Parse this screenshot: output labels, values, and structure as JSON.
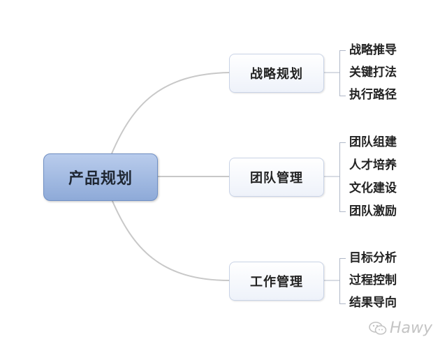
{
  "root": {
    "label": "产品规划"
  },
  "branches": [
    {
      "label": "战略规划",
      "leaves": [
        "战略推导",
        "关键打法",
        "执行路径"
      ]
    },
    {
      "label": "团队管理",
      "leaves": [
        "团队组建",
        "人才培养",
        "文化建设",
        "团队激励"
      ]
    },
    {
      "label": "工作管理",
      "leaves": [
        "目标分析",
        "过程控制",
        "结果导向"
      ]
    }
  ],
  "watermark": {
    "text": "Hawy",
    "icon": "wechat-icon"
  },
  "colors": {
    "root_fill": "#9fb6e0",
    "branch_fill": "#f3f6fc",
    "connector": "#c8c8c8"
  }
}
